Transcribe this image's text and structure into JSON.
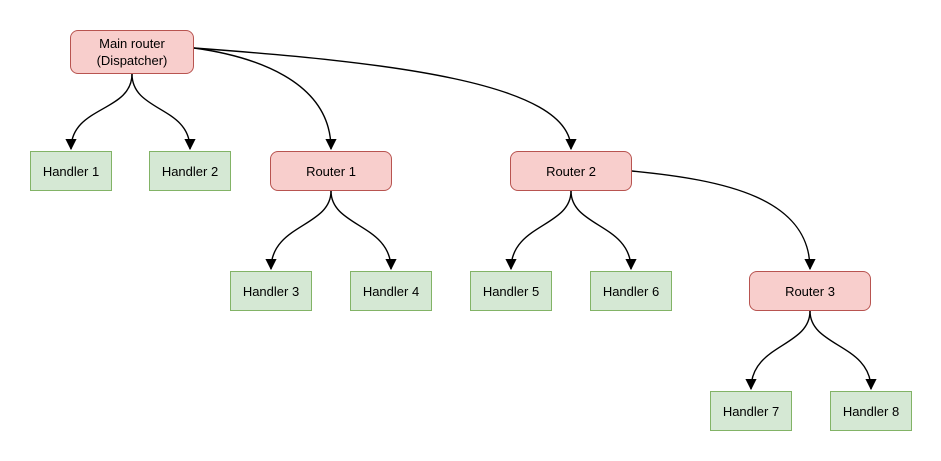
{
  "diagram": {
    "type": "tree-flowchart",
    "nodes": [
      {
        "id": "main-router",
        "type": "router",
        "label": "Main router\n(Dispatcher)"
      },
      {
        "id": "handler-1",
        "type": "handler",
        "label": "Handler 1"
      },
      {
        "id": "handler-2",
        "type": "handler",
        "label": "Handler 2"
      },
      {
        "id": "router-1",
        "type": "router",
        "label": "Router 1"
      },
      {
        "id": "handler-3",
        "type": "handler",
        "label": "Handler 3"
      },
      {
        "id": "handler-4",
        "type": "handler",
        "label": "Handler 4"
      },
      {
        "id": "router-2",
        "type": "router",
        "label": "Router 2"
      },
      {
        "id": "handler-5",
        "type": "handler",
        "label": "Handler 5"
      },
      {
        "id": "handler-6",
        "type": "handler",
        "label": "Handler 6"
      },
      {
        "id": "router-3",
        "type": "router",
        "label": "Router 3"
      },
      {
        "id": "handler-7",
        "type": "handler",
        "label": "Handler 7"
      },
      {
        "id": "handler-8",
        "type": "handler",
        "label": "Handler 8"
      }
    ],
    "edges": [
      {
        "from": "main-router",
        "to": "handler-1"
      },
      {
        "from": "main-router",
        "to": "handler-2"
      },
      {
        "from": "main-router",
        "to": "router-1"
      },
      {
        "from": "main-router",
        "to": "router-2"
      },
      {
        "from": "router-1",
        "to": "handler-3"
      },
      {
        "from": "router-1",
        "to": "handler-4"
      },
      {
        "from": "router-2",
        "to": "handler-5"
      },
      {
        "from": "router-2",
        "to": "handler-6"
      },
      {
        "from": "router-2",
        "to": "router-3"
      },
      {
        "from": "router-3",
        "to": "handler-7"
      },
      {
        "from": "router-3",
        "to": "handler-8"
      }
    ]
  },
  "colors": {
    "router_fill": "#f8cecc",
    "router_stroke": "#b85450",
    "handler_fill": "#d5e8d4",
    "handler_stroke": "#82b366",
    "edge_color": "#000000",
    "background": "#ffffff"
  }
}
